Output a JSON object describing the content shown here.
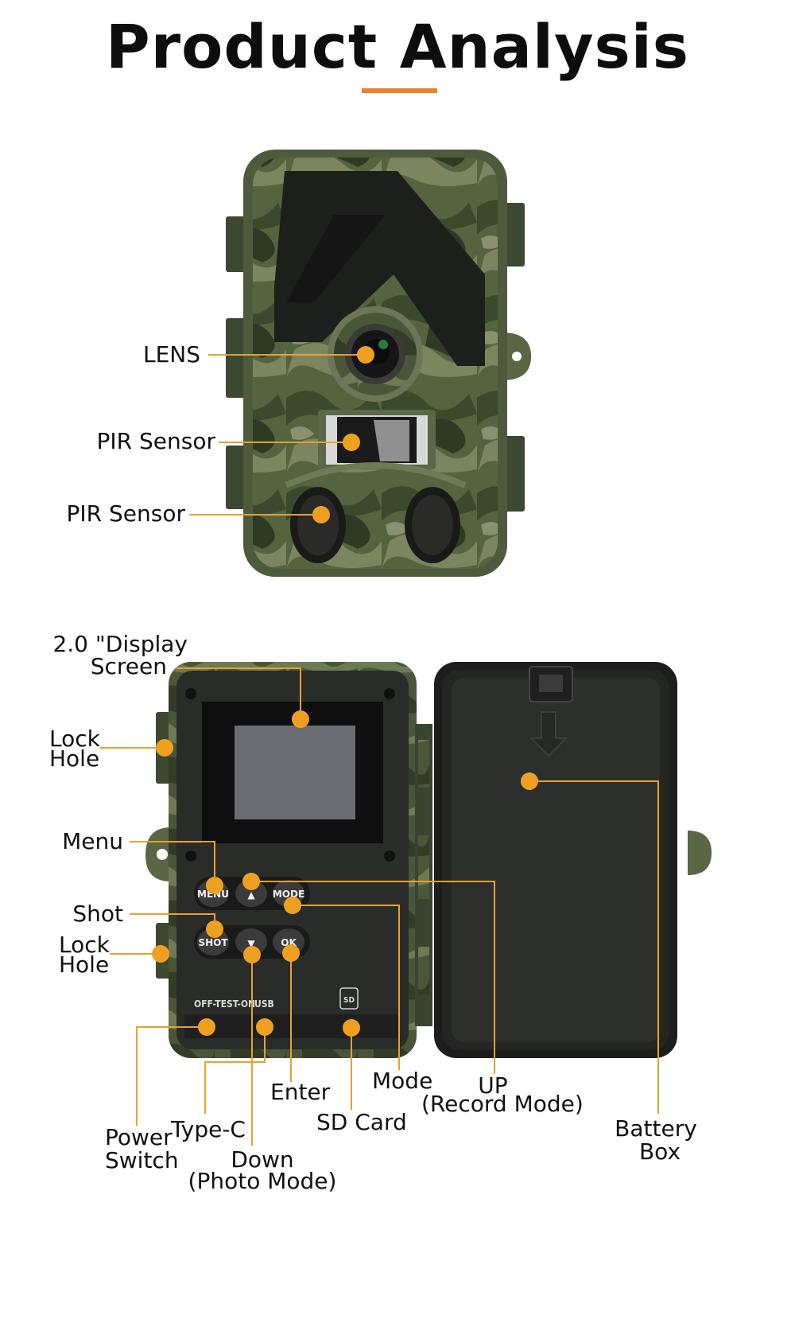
{
  "header": {
    "title": "Product Analysis",
    "accent_color": "#e8822b"
  },
  "front_view": {
    "labels": {
      "lens": "LENS",
      "pir_sensor_1": "PIR Sensor",
      "pir_sensor_2": "PIR Sensor"
    }
  },
  "inside_view": {
    "labels": {
      "display_line1": "2.0 \"Display",
      "display_line2": "Screen",
      "lock_hole_top_1": "Lock",
      "lock_hole_top_2": "Hole",
      "menu": "Menu",
      "shot": "Shot",
      "lock_hole_bottom_1": "Lock",
      "lock_hole_bottom_2": "Hole",
      "enter": "Enter",
      "mode": "Mode",
      "up_1": "UP",
      "up_2": "(Record Mode)",
      "battery_1": "Battery",
      "battery_2": "Box",
      "sd_card": "SD Card",
      "type_c": "Type-C",
      "power_1": "Power",
      "power_2": "Switch",
      "down_1": "Down",
      "down_2": "(Photo Mode)"
    },
    "buttons": {
      "menu": "MENU",
      "mode": "MODE",
      "shot": "SHOT",
      "ok": "OK",
      "up_glyph": "▲",
      "down_glyph": "▼"
    },
    "printed": {
      "switch": "OFF-TEST-ON",
      "usb": "USB",
      "sd": "SD"
    }
  },
  "colors": {
    "marker": "#f0a020",
    "leader": "#e8a030",
    "camo_dark": "#3d4a2e",
    "camo_mid": "#5d6b45",
    "panel": "#2a2c2a"
  }
}
